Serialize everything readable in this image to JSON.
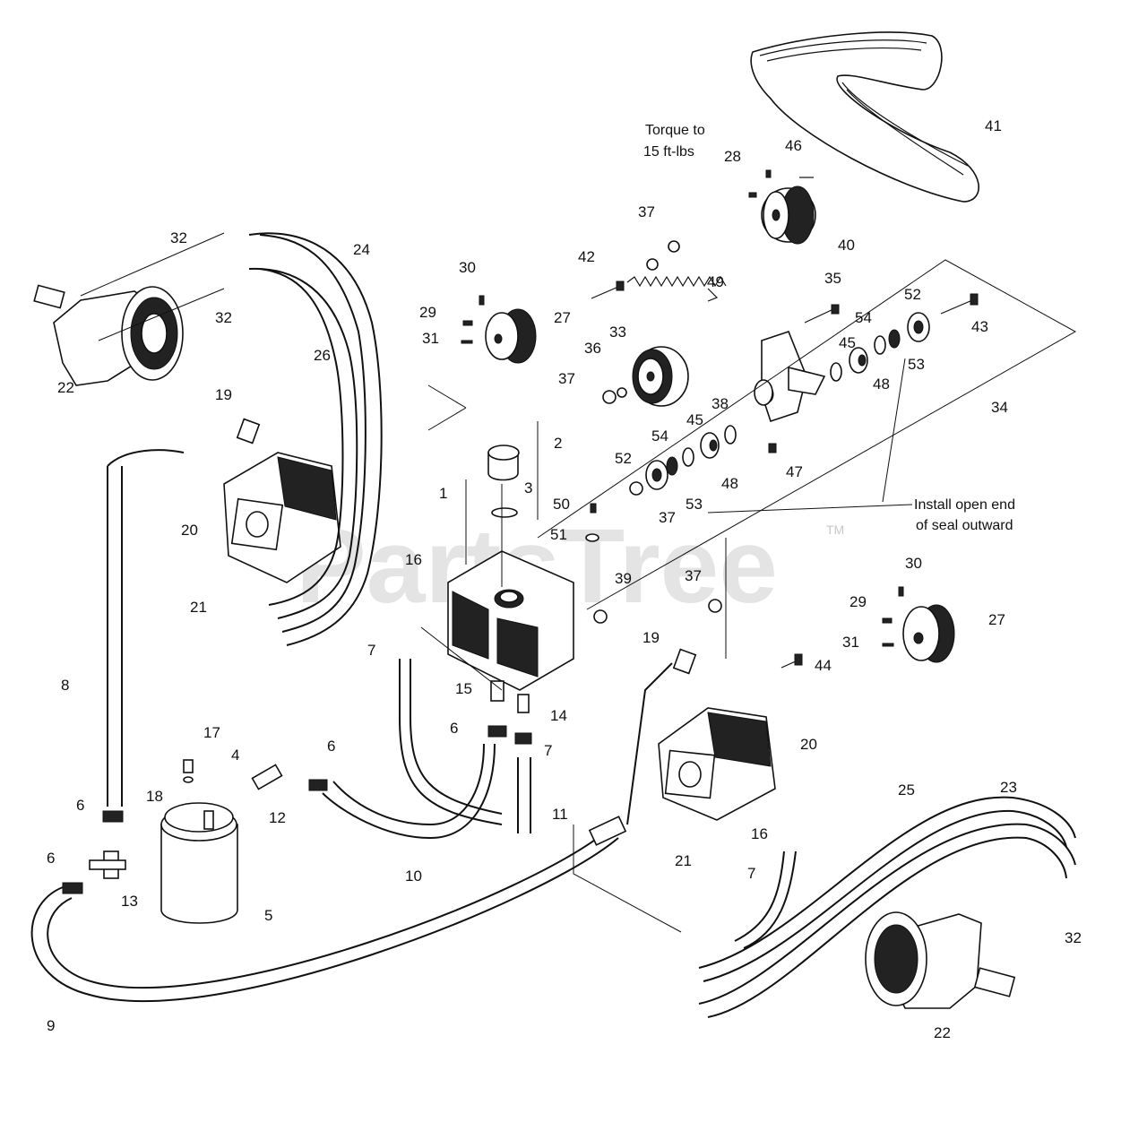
{
  "diagram": {
    "watermark": "PartsTree",
    "watermark_tm": "TM",
    "notes": {
      "torque_line1": "Torque to",
      "torque_line2": "15 ft-lbs",
      "seal_line1": "Install open end",
      "seal_line2": "of seal outward"
    },
    "callouts": {
      "c1": "1",
      "c2": "2",
      "c3": "3",
      "c4": "4",
      "c5": "5",
      "c6a": "6",
      "c6b": "6",
      "c6c": "6",
      "c6d": "6",
      "c7a": "7",
      "c7b": "7",
      "c7c": "7",
      "c8": "8",
      "c9": "9",
      "c10": "10",
      "c11": "11",
      "c12": "12",
      "c13": "13",
      "c14": "14",
      "c15": "15",
      "c16a": "16",
      "c16b": "16",
      "c17": "17",
      "c18": "18",
      "c19a": "19",
      "c19b": "19",
      "c20a": "20",
      "c20b": "20",
      "c21a": "21",
      "c21b": "21",
      "c22a": "22",
      "c22b": "22",
      "c23": "23",
      "c24": "24",
      "c25": "25",
      "c26": "26",
      "c27a": "27",
      "c27b": "27",
      "c28": "28",
      "c29a": "29",
      "c29b": "29",
      "c30a": "30",
      "c30b": "30",
      "c31a": "31",
      "c31b": "31",
      "c32a": "32",
      "c32b": "32",
      "c32c": "32",
      "c33": "33",
      "c34": "34",
      "c35": "35",
      "c36": "36",
      "c37a": "37",
      "c37b": "37",
      "c37c": "37",
      "c37d": "37",
      "c38": "38",
      "c39": "39",
      "c40": "40",
      "c41": "41",
      "c42": "42",
      "c43": "43",
      "c44": "44",
      "c45a": "45",
      "c45b": "45",
      "c46": "46",
      "c47": "47",
      "c48a": "48",
      "c48b": "48",
      "c49": "49",
      "c50": "50",
      "c51": "51",
      "c52a": "52",
      "c52b": "52",
      "c53a": "53",
      "c53b": "53",
      "c54a": "54",
      "c54b": "54"
    }
  }
}
